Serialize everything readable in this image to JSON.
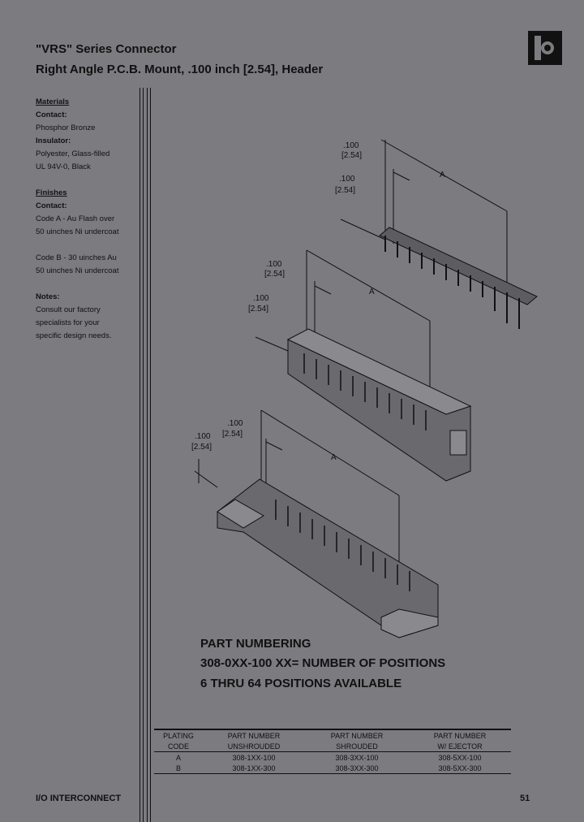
{
  "header": {
    "title_line1": "\"VRS\" Series Connector",
    "title_line2": "Right Angle P.C.B. Mount, .100 inch [2.54], Header"
  },
  "sidebar": {
    "materials_heading": "Materials",
    "contact_label": "Contact:",
    "contact_value": "Phosphor Bronze",
    "insulator_label": "Insulator:",
    "insulator_value1": "Polyester, Glass-filled",
    "insulator_value2": "UL 94V-0, Black",
    "finishes_heading": "Finishes",
    "finishes_contact_label": "Contact:",
    "code_a_1": "Code A - Au Flash over",
    "code_a_2": "50 uinches Ni undercoat",
    "code_b_1": "Code B - 30 uinches Au",
    "code_b_2": "50 uinches Ni undercoat",
    "notes_label": "Notes:",
    "notes_1": "Consult our factory",
    "notes_2": "specialists for your",
    "notes_3": "specific design needs."
  },
  "drawing": {
    "dim_pitch": ".100",
    "dim_pitch_metric": "[2.54]",
    "dim_length": "A"
  },
  "part_numbering": {
    "heading": "PART NUMBERING",
    "format": "308-0XX-100  XX= NUMBER OF POSITIONS",
    "range": "6 THRU 64 POSITIONS AVAILABLE"
  },
  "table": {
    "headers_row1": [
      "PLATING",
      "PART NUMBER",
      "PART NUMBER",
      "PART NUMBER"
    ],
    "headers_row2": [
      "CODE",
      "UNSHROUDED",
      "SHROUDED",
      "W/ EJECTOR"
    ],
    "rows": [
      [
        "A",
        "308-1XX-100",
        "308-3XX-100",
        "308-5XX-100"
      ],
      [
        "B",
        "308-1XX-300",
        "308-3XX-300",
        "308-5XX-300"
      ]
    ]
  },
  "footer": {
    "left": "I/O INTERCONNECT",
    "page_number": "51"
  }
}
